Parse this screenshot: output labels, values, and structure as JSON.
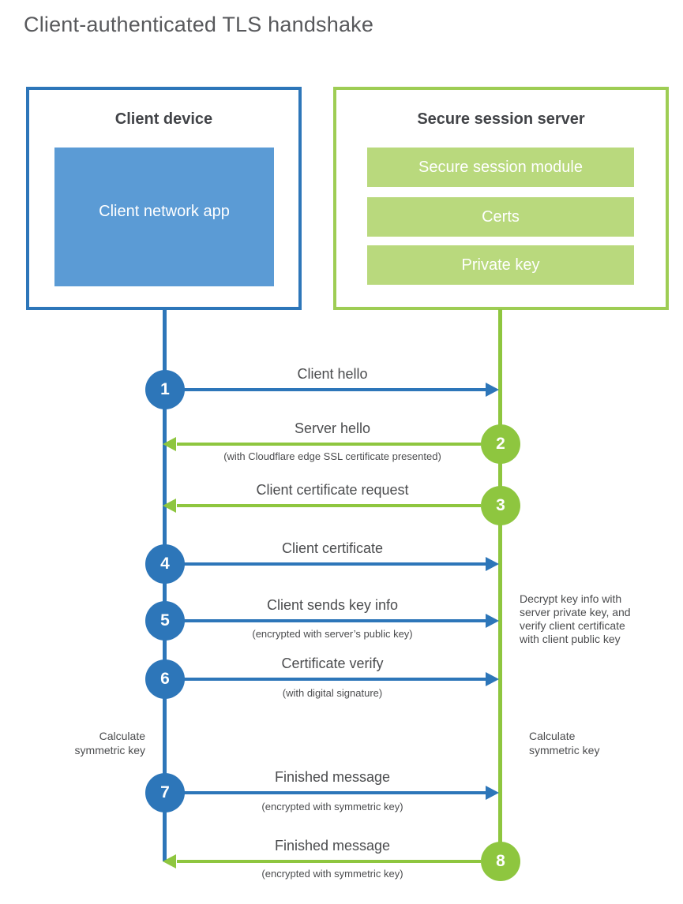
{
  "page_title": "Client-authenticated TLS handshake",
  "colors": {
    "blue": "#2d76b9",
    "blue_fill": "#5b9bd5",
    "green": "#8ec63f",
    "green_border": "#9ecd54",
    "green_fill": "#b9d97d"
  },
  "client": {
    "title": "Client device",
    "app_label": "Client network app"
  },
  "server": {
    "title": "Secure session server",
    "modules": [
      "Secure session module",
      "Certs",
      "Private key"
    ]
  },
  "messages": [
    {
      "num": "1",
      "from": "client",
      "label": "Client hello",
      "sublabel": ""
    },
    {
      "num": "2",
      "from": "server",
      "label": "Server hello",
      "sublabel": "(with Cloudflare edge SSL certificate presented)"
    },
    {
      "num": "3",
      "from": "server",
      "label": "Client certificate request",
      "sublabel": ""
    },
    {
      "num": "4",
      "from": "client",
      "label": "Client certificate",
      "sublabel": ""
    },
    {
      "num": "5",
      "from": "client",
      "label": "Client sends key info",
      "sublabel": "(encrypted with server’s public key)"
    },
    {
      "num": "6",
      "from": "client",
      "label": "Certificate verify",
      "sublabel": "(with digital signature)"
    },
    {
      "num": "7",
      "from": "client",
      "label": "Finished message",
      "sublabel": "(encrypted with symmetric key)"
    },
    {
      "num": "8",
      "from": "server",
      "label": "Finished message",
      "sublabel": "(encrypted with symmetric key)"
    }
  ],
  "notes": {
    "calc_left": "Calculate\nsymmetric key",
    "calc_right": "Calculate\nsymmetric key",
    "decrypt": "Decrypt key info with\nserver private key, and\nverify client certificate\nwith client public key"
  }
}
